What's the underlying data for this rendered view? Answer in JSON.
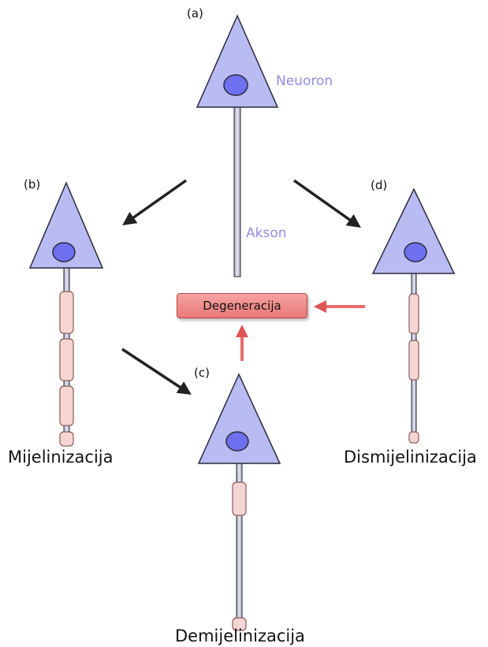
{
  "panels": {
    "a": {
      "letter": "(a)",
      "neuron_label": "Neuoron",
      "axon_label": "Akson"
    },
    "b": {
      "letter": "(b)",
      "caption": "Mijelinizacija"
    },
    "c": {
      "letter": "(c)",
      "caption": "Demijelinizacija"
    },
    "d": {
      "letter": "(d)",
      "caption": "Dismijelinizacija"
    }
  },
  "center_box": {
    "label": "Degeneracija"
  },
  "colors": {
    "soma_fill": "#b9bbf3",
    "soma_stroke": "#2b2b3d",
    "nucleus_fill": "#6f70f0",
    "axon_fill": "#c6c6d8",
    "myelin_fill": "#f6d6d3",
    "myelin_stroke": "#8a5a57",
    "arrow_dark": "#222222",
    "arrow_red": "#e05555",
    "label_blue": "#8f8fe6"
  },
  "icons": [
    "neuron-soma",
    "nucleus",
    "axon",
    "myelin-segment",
    "arrow"
  ]
}
